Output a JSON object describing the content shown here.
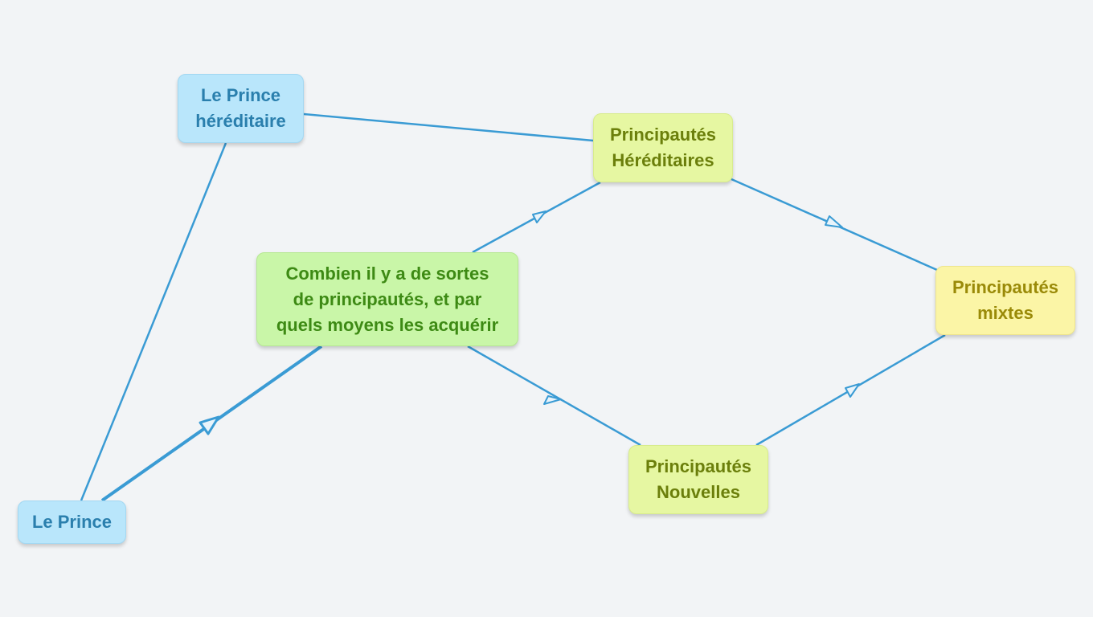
{
  "nodes": {
    "prince_hereditaire": {
      "line1": "Le Prince",
      "line2": "héréditaire"
    },
    "le_prince": {
      "line1": "Le Prince"
    },
    "combien": {
      "line1": "Combien il y a de sortes",
      "line2": "de principautés, et par",
      "line3": "quels moyens les acquérir"
    },
    "principautes_hereditaires": {
      "line1": "Principautés",
      "line2": "Héréditaires"
    },
    "principautes_nouvelles": {
      "line1": "Principautés",
      "line2": "Nouvelles"
    },
    "principautes_mixtes": {
      "line1": "Principautés",
      "line2": "mixtes"
    }
  },
  "colors": {
    "edge": "#3a9bd4",
    "blue_node": "#b9e6fb",
    "green_node": "#c9f6a8",
    "lime_node": "#e6f7a2",
    "yellow_node": "#fbf5a6"
  }
}
